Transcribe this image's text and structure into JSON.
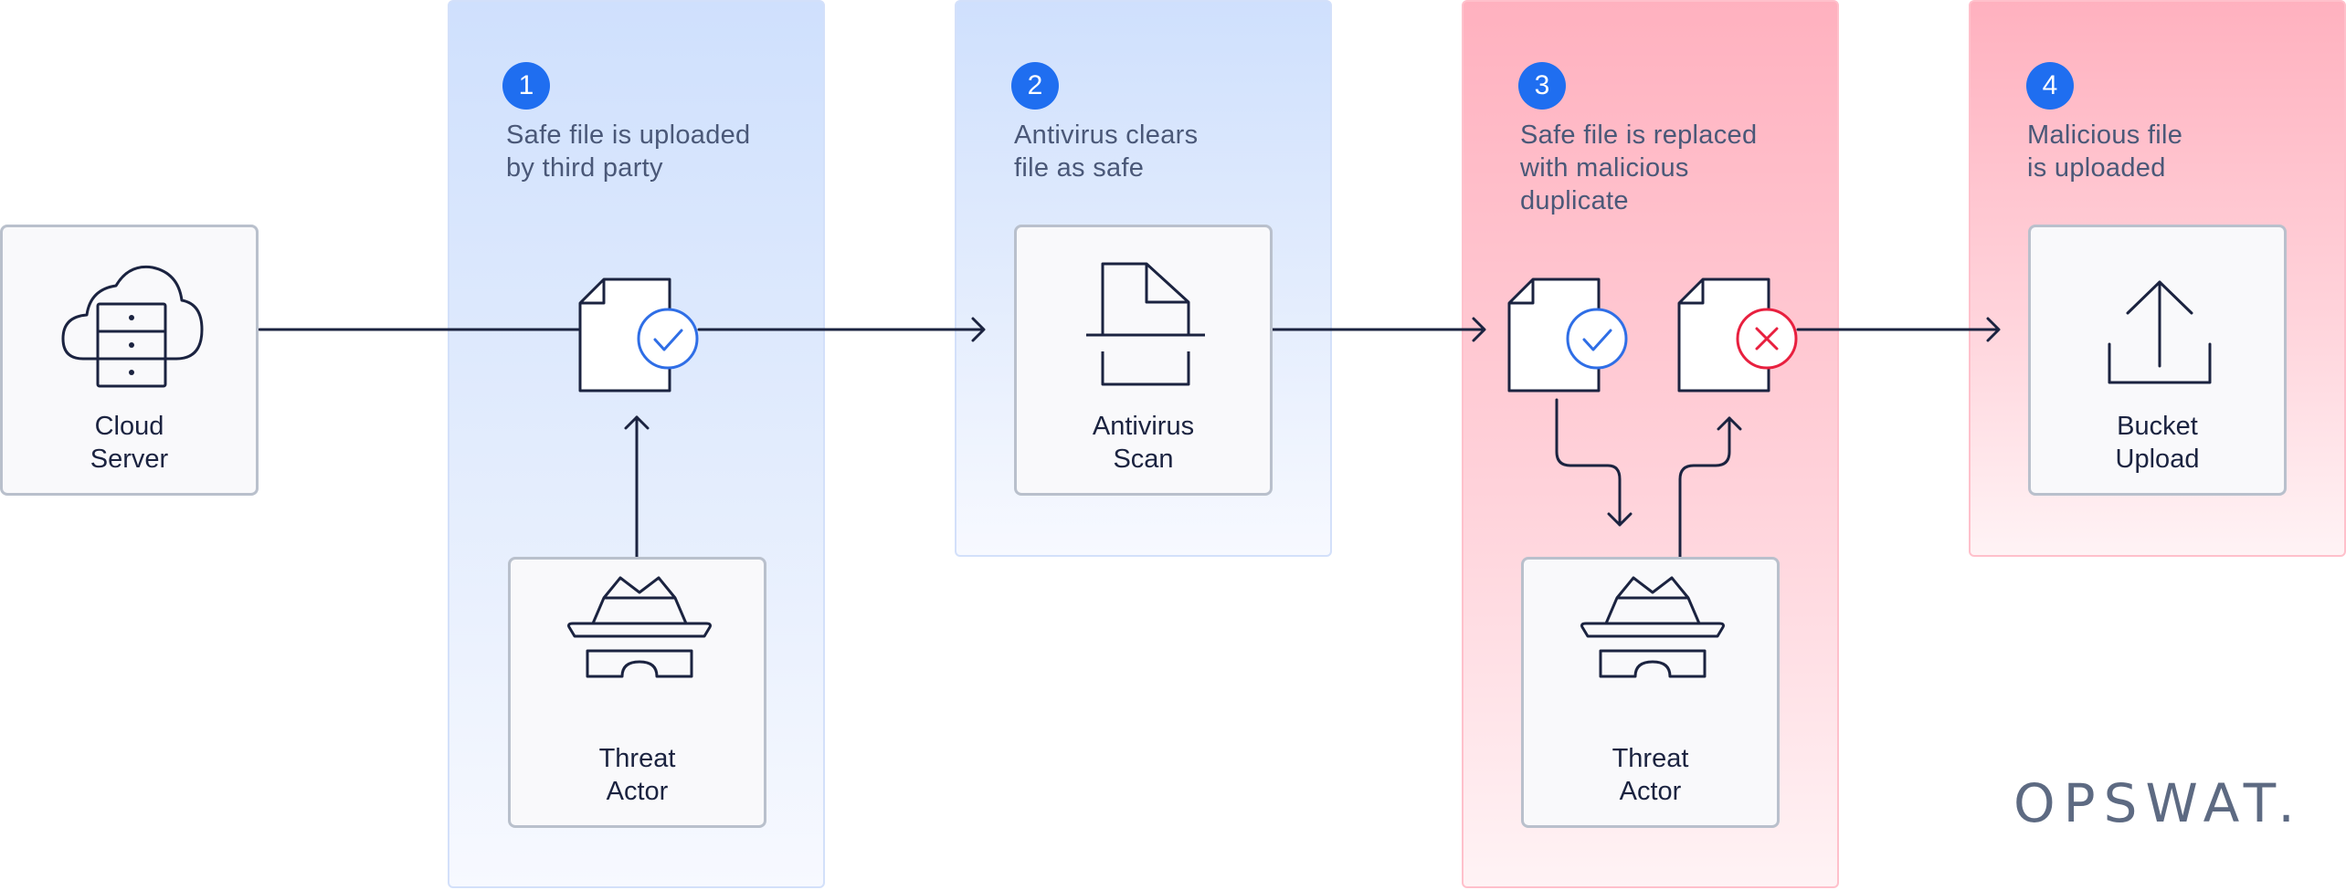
{
  "steps": [
    {
      "number": "1",
      "caption": "Safe file is uploaded\nby third party"
    },
    {
      "number": "2",
      "caption": "Antivirus clears\nfile as safe"
    },
    {
      "number": "3",
      "caption": "Safe file is replaced\nwith malicious\nduplicate"
    },
    {
      "number": "4",
      "caption": "Malicious file\nis uploaded"
    }
  ],
  "nodes": {
    "cloud_server": {
      "label": "Cloud\nServer",
      "icon": "cloud-server-icon"
    },
    "threat_actor_1": {
      "label": "Threat\nActor",
      "icon": "spy-hat-glasses-icon"
    },
    "antivirus_scan": {
      "label": "Antivirus\nScan",
      "icon": "document-scan-icon"
    },
    "threat_actor_2": {
      "label": "Threat\nActor",
      "icon": "spy-hat-glasses-icon"
    },
    "bucket_upload": {
      "label": "Bucket\nUpload",
      "icon": "upload-tray-icon"
    }
  },
  "file_icons": {
    "safe": {
      "icon": "file-check-icon",
      "status_color": "#2f6ee6"
    },
    "malicious": {
      "icon": "file-x-icon",
      "status_color": "#e8203f"
    }
  },
  "colors": {
    "safe_accent": "#1f6ef0",
    "danger_accent": "#e8203f",
    "line": "#1b2340",
    "safe_panel": "#cfe0fd",
    "danger_panel": "#ffb1bf"
  },
  "logo": {
    "text": "OPSWAT."
  }
}
